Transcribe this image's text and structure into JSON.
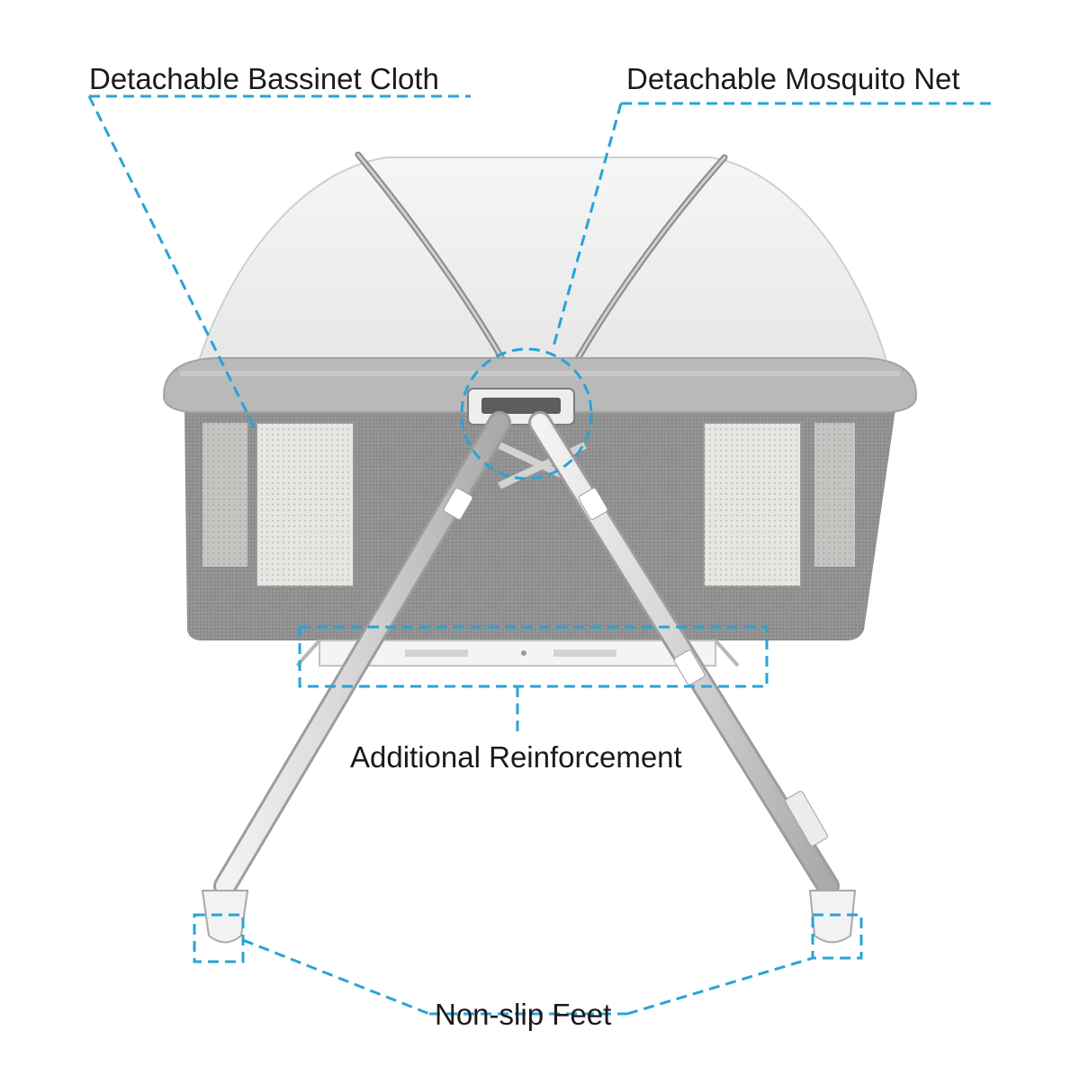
{
  "callouts": {
    "bassinet_cloth": "Detachable Bassinet Cloth",
    "mosquito_net": "Detachable Mosquito Net",
    "reinforcement": "Additional Reinforcement",
    "feet": "Non-slip Feet"
  },
  "colors": {
    "callout_line": "#2aa3d6",
    "fabric": "#8e8e8e",
    "frame": "#d9d9d9",
    "net": "#f1f1f1",
    "label_text": "#1a1a1a"
  }
}
